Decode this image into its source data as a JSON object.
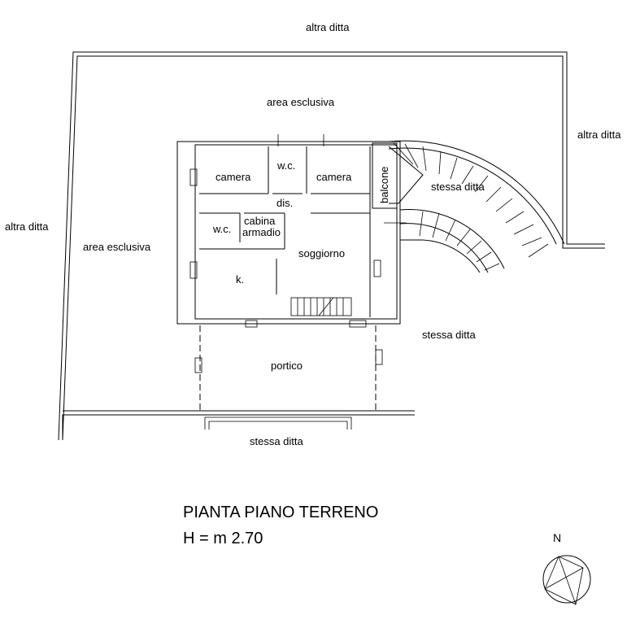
{
  "labels": {
    "altra_ditta_top": "altra ditta",
    "altra_ditta_right": "altra ditta",
    "altra_ditta_left": "altra ditta",
    "area_esclusiva_top": "area esclusiva",
    "area_esclusiva_left": "area esclusiva",
    "camera_1": "camera",
    "wc_1": "w.c.",
    "camera_2": "camera",
    "balcone": "balcone",
    "stessa_ditta_stair": "stessa ditta",
    "dis": "dis.",
    "wc_2": "w.c.",
    "cabina": "cabina",
    "armadio": "armadio",
    "soggiorno": "soggiorno",
    "kitchen": "k.",
    "stessa_ditta_right": "stessa ditta",
    "portico": "portico",
    "stessa_ditta_bottom": "stessa ditta"
  },
  "title": {
    "line1": "PIANTA PIANO TERRENO",
    "line2": "H = m 2.70"
  },
  "compass": {
    "label": "N"
  }
}
